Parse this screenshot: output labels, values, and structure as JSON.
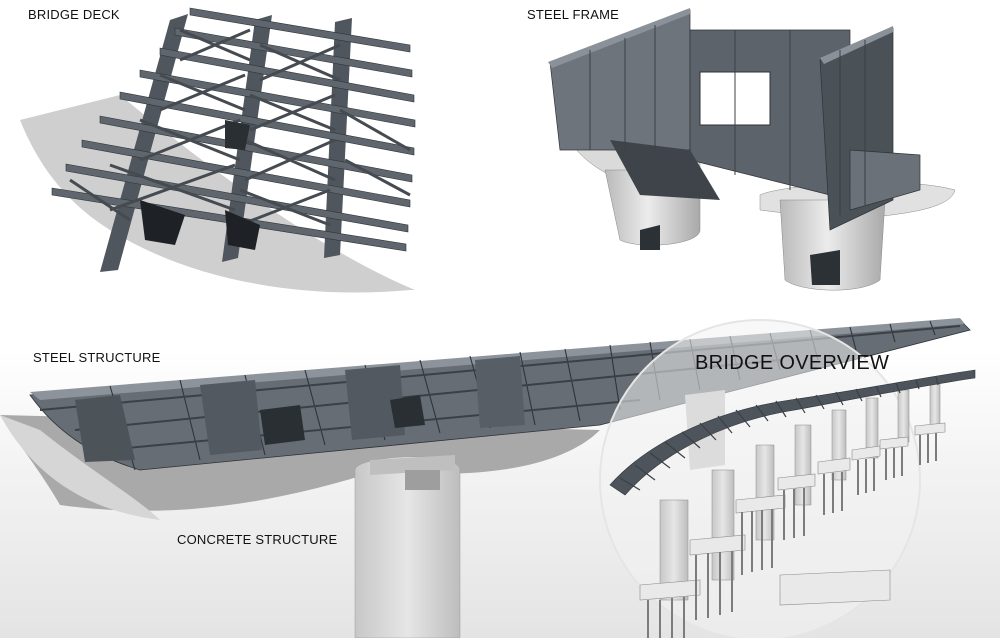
{
  "labels": {
    "bridge_deck": "BRIDGE DECK",
    "steel_frame": "STEEL FRAME",
    "steel_structure": "STEEL STRUCTURE",
    "concrete_structure": "CONCRETE STRUCTURE",
    "bridge_overview": "BRIDGE OVERVIEW"
  },
  "colors": {
    "steel": "#5a6169",
    "steel_dark": "#3c4248",
    "steel_light": "#7c848c",
    "concrete": "#d3d3d3",
    "shadow": "#c9c9c9"
  }
}
